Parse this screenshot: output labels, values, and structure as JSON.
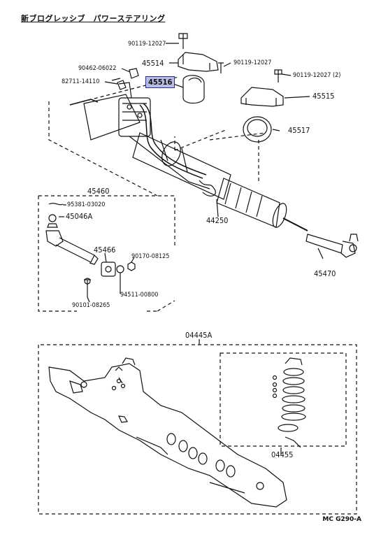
{
  "title": "新ブログレッシブ　パワーステアリング",
  "labels": {
    "p90119_top": "90119-12027",
    "p45514": "45514",
    "p90119_mid": "90119-12027",
    "p90462": "90462-06022",
    "p82711": "82711-14110",
    "p45516": "45516",
    "p90119_2": "90119-12027 (2)",
    "p45515": "45515",
    "p45517": "45517",
    "p45460": "45460",
    "p95381": "95381-03020",
    "p45046A": "45046A",
    "p45466": "45466",
    "p90170": "90170-08125",
    "p94511": "94511-00800",
    "p90101": "90101-08265",
    "p44250": "44250",
    "p45470": "45470",
    "p04445A": "04445A",
    "p04455": "04455"
  },
  "reference": "MC G290-A",
  "highlight_color": "#b9bde6"
}
